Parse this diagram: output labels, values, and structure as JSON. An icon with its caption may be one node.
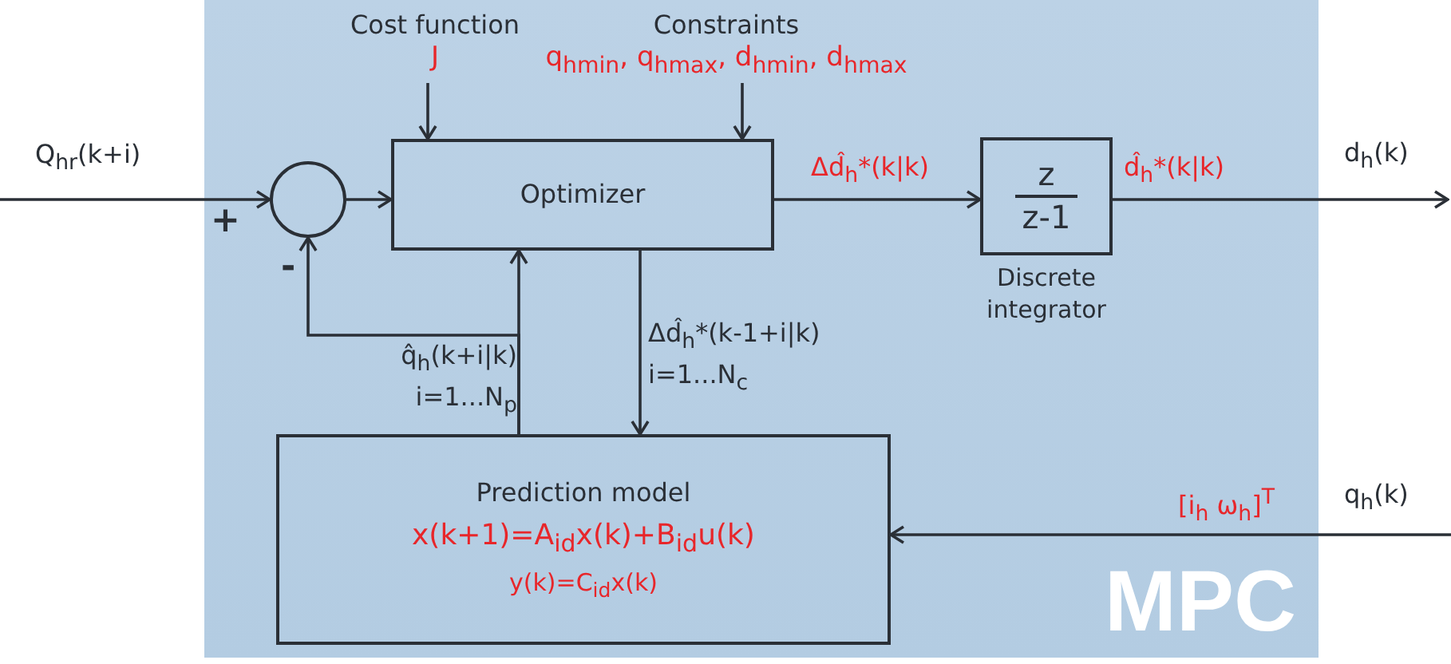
{
  "diagram": {
    "nodes": [
      {
        "text": [
          "MPC"
        ]
      },
      {
        "text": [],
        "shape": "circle",
        "in": 0
      },
      {
        "text": [
          "Optimizer"
        ],
        "in": 0
      },
      {
        "text": [
          "z",
          "z-1"
        ],
        "beside": [
          "Discrete integrator"
        ],
        "in": 0
      },
      {
        "text": [
          "Prediction model",
          "x(k+1)=A$_{id}$x(k)+B$_{id}$u(k)",
          "y(k)=C$_{id}$x(k)"
        ],
        "in": 0
      },
      {
        "text": [
          "Cost function",
          "J"
        ],
        "in": 0
      },
      {
        "text": [
          "Constraints",
          "q$_{hmin}$, q$_{hmax}$, d$_{hmin}$, d$_{hmax}$"
        ],
        "in": 0
      }
    ],
    "edges": [
      {
        "from": null,
        "to": 1,
        "arrow": "to",
        "label": "Q$_{hr}$(k+i)"
      },
      {
        "from": 1,
        "to": 2,
        "arrow": "to"
      },
      {
        "from": 2,
        "to": 3,
        "arrow": "to",
        "label": "Δd̂$_{h}$*(k|k)"
      },
      {
        "from": 3,
        "to": null,
        "arrow": "to",
        "label": "d̂$_{h}$*(k|k)"
      },
      {
        "from": 5,
        "to": 2,
        "arrow": "to"
      },
      {
        "from": 6,
        "to": 2,
        "arrow": "to"
      },
      {
        "from": 2,
        "to": 4,
        "arrow": "to",
        "label": "Δd̂$_{h}$*(k-1+i|k) i=1...N$_{c}$"
      },
      {
        "from": 4,
        "to": 2,
        "arrow": "to",
        "label": "q̂$_{h}$(k+i|k) i=1...N$_{p}$"
      },
      {
        "from": 4,
        "to": 1,
        "arrow": "to"
      },
      {
        "from": null,
        "to": 4,
        "arrow": "to",
        "label": "[i$_{h}$ ω$_{h}$]$^{T}$"
      }
    ],
    "labels": [
      "+",
      "-",
      "d$_{h}$(k)",
      "q$_{h}$(k)"
    ]
  }
}
